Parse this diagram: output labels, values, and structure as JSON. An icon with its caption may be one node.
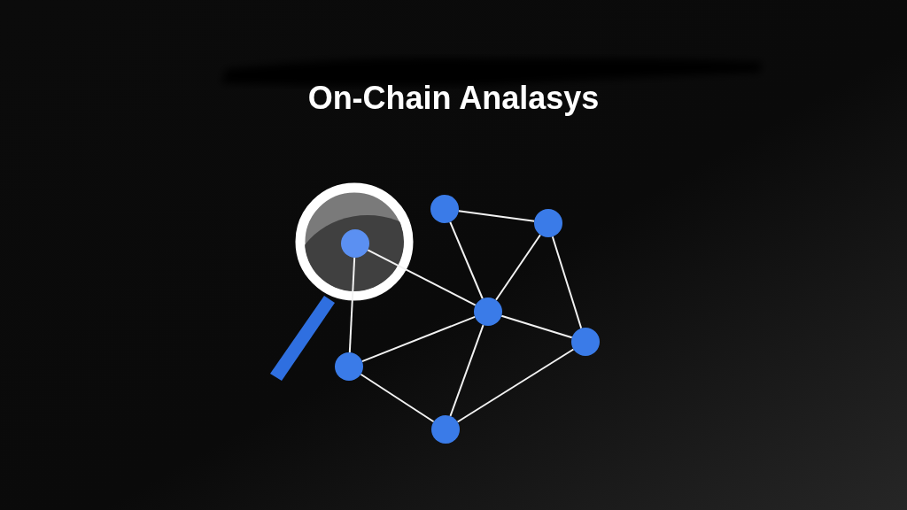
{
  "diagram": {
    "title": "On-Chain Analasys",
    "nodes": [
      {
        "text": [],
        "shape": "circle"
      },
      {
        "text": [],
        "shape": "circle"
      },
      {
        "text": [],
        "shape": "circle"
      },
      {
        "text": [],
        "shape": "circle"
      },
      {
        "text": [],
        "shape": "circle"
      },
      {
        "text": [],
        "shape": "circle"
      },
      {
        "text": [],
        "shape": "circle"
      }
    ],
    "edges": [
      {
        "from": 1,
        "to": 2,
        "arrow": "none"
      },
      {
        "from": 1,
        "to": 3,
        "arrow": "none"
      },
      {
        "from": 2,
        "to": 3,
        "arrow": "none"
      },
      {
        "from": 2,
        "to": 4,
        "arrow": "none"
      },
      {
        "from": 0,
        "to": 3,
        "arrow": "none"
      },
      {
        "from": 0,
        "to": 5,
        "arrow": "none"
      },
      {
        "from": 5,
        "to": 3,
        "arrow": "none"
      },
      {
        "from": 3,
        "to": 4,
        "arrow": "none"
      },
      {
        "from": 3,
        "to": 6,
        "arrow": "none"
      },
      {
        "from": 5,
        "to": 6,
        "arrow": "none"
      },
      {
        "from": 4,
        "to": 6,
        "arrow": "none"
      }
    ]
  }
}
